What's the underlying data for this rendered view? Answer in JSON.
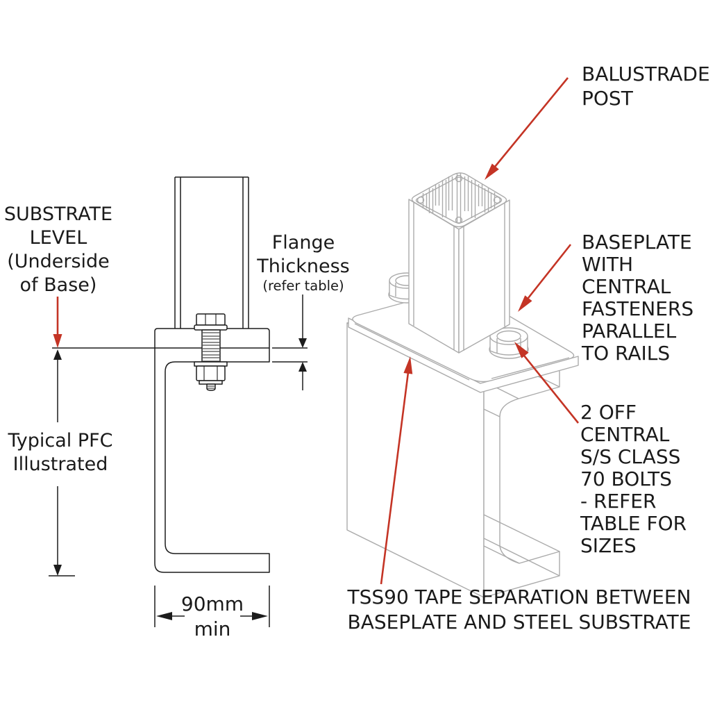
{
  "colors": {
    "annotation_red": "#c43425",
    "line_dark": "#1c1c1c",
    "line_light": "#ababab",
    "text_color": "#1a1a1a",
    "bg": "#ffffff"
  },
  "labels": {
    "substrate_level": [
      "SUBSTRATE",
      "LEVEL",
      "(Underside",
      "of Base)"
    ],
    "flange_thickness": [
      "Flange",
      "Thickness"
    ],
    "flange_thickness_note": "(refer table)",
    "typical_pfc": [
      "Typical PFC",
      "Illustrated"
    ],
    "width_dim_value": "90mm",
    "width_dim_qualifier": "min",
    "balustrade_post": [
      "BALUSTRADE",
      "POST"
    ],
    "baseplate": [
      "BASEPLATE",
      "WITH",
      "CENTRAL",
      "FASTENERS",
      "PARALLEL",
      "TO RAILS"
    ],
    "bolts": [
      "2 OFF",
      "CENTRAL",
      "S/S CLASS",
      "70 BOLTS",
      "- REFER",
      "TABLE FOR",
      "SIZES"
    ],
    "tape": [
      "TSS90 TAPE SEPARATION BETWEEN",
      "BASEPLATE AND STEEL SUBSTRATE"
    ]
  }
}
